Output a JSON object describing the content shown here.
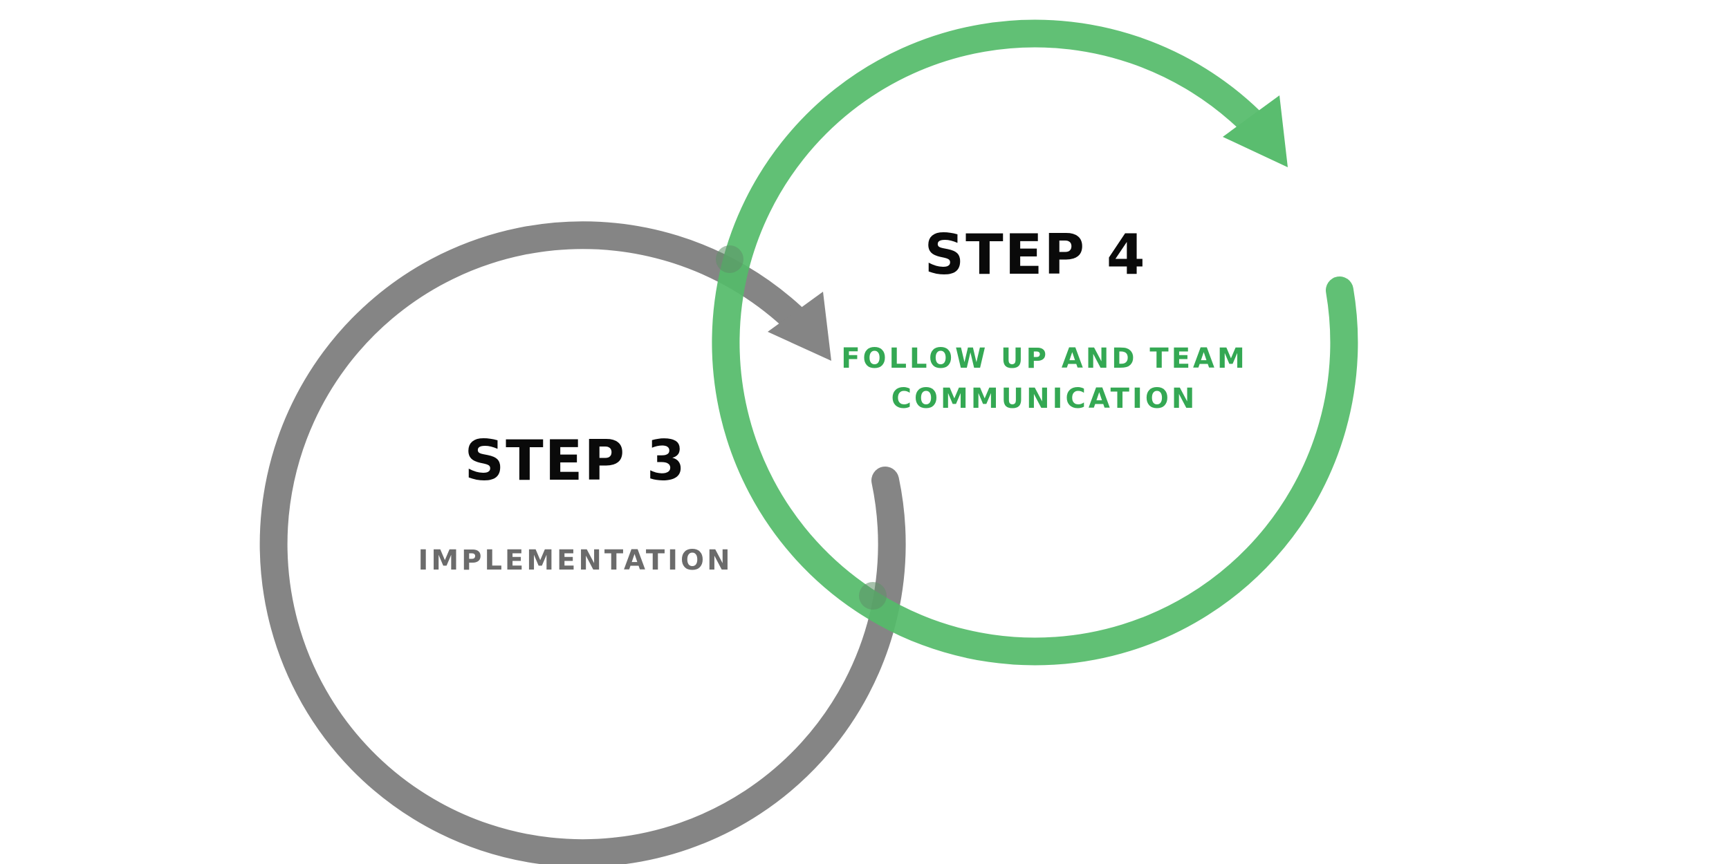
{
  "colors": {
    "gray_ring": "#858585",
    "green_ring": "#55bb6b",
    "title": "#0a0a0a",
    "gray_text": "#6b6b6b",
    "green_text": "#34a853"
  },
  "steps": [
    {
      "title": "STEP 3",
      "subtitle": "IMPLEMENTATION",
      "ring_color": "gray_ring",
      "text_color": "gray_text"
    },
    {
      "title": "STEP 4",
      "subtitle": "FOLLOW UP AND TEAM COMMUNICATION",
      "ring_color": "green_ring",
      "text_color": "green_text"
    }
  ]
}
